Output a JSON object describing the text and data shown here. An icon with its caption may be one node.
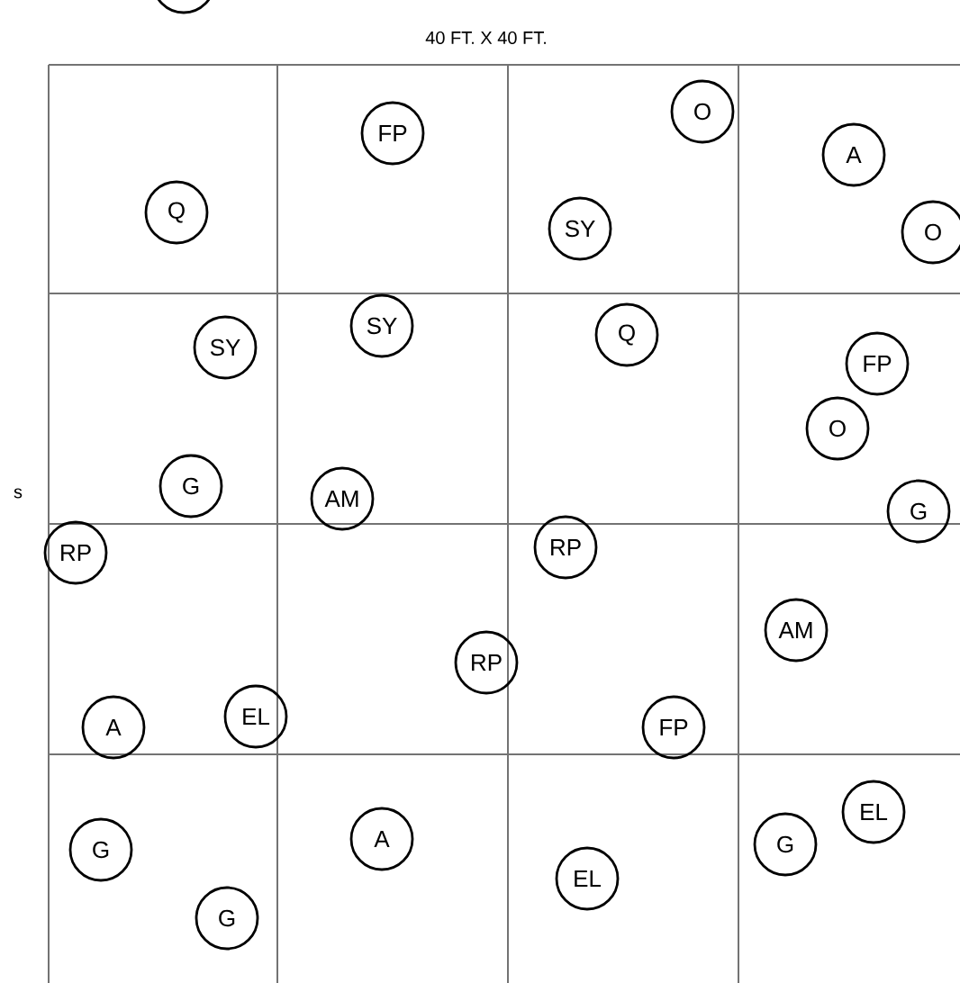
{
  "diagram": {
    "title": "40 FT. X 40 FT.",
    "nodes": [
      {
        "text": [],
        "shape": "circle"
      },
      {
        "text": [
          "O"
        ]
      },
      {
        "text": [
          "FP"
        ]
      },
      {
        "text": [
          "A"
        ]
      },
      {
        "text": [
          "Q"
        ]
      },
      {
        "text": [
          "SY"
        ]
      },
      {
        "text": [
          "O"
        ]
      },
      {
        "text": [
          "SY"
        ]
      },
      {
        "text": [
          "Q"
        ]
      },
      {
        "text": [
          "SY"
        ]
      },
      {
        "text": [
          "FP"
        ]
      },
      {
        "text": [
          "O"
        ]
      },
      {
        "text": [
          "G"
        ]
      },
      {
        "text": [
          "AM"
        ]
      },
      {
        "text": [
          "G"
        ]
      },
      {
        "text": [
          "RP"
        ]
      },
      {
        "text": [
          "RP"
        ]
      },
      {
        "text": [
          "AM"
        ]
      },
      {
        "text": [
          "RP"
        ]
      },
      {
        "text": [
          "EL"
        ]
      },
      {
        "text": [
          "A"
        ]
      },
      {
        "text": [
          "FP"
        ]
      },
      {
        "text": [
          "EL"
        ]
      },
      {
        "text": [
          "A"
        ]
      },
      {
        "text": [
          "G"
        ]
      },
      {
        "text": [
          "G"
        ]
      },
      {
        "text": [
          "EL"
        ]
      },
      {
        "text": [
          "G"
        ]
      }
    ],
    "labels": [
      "s"
    ]
  }
}
